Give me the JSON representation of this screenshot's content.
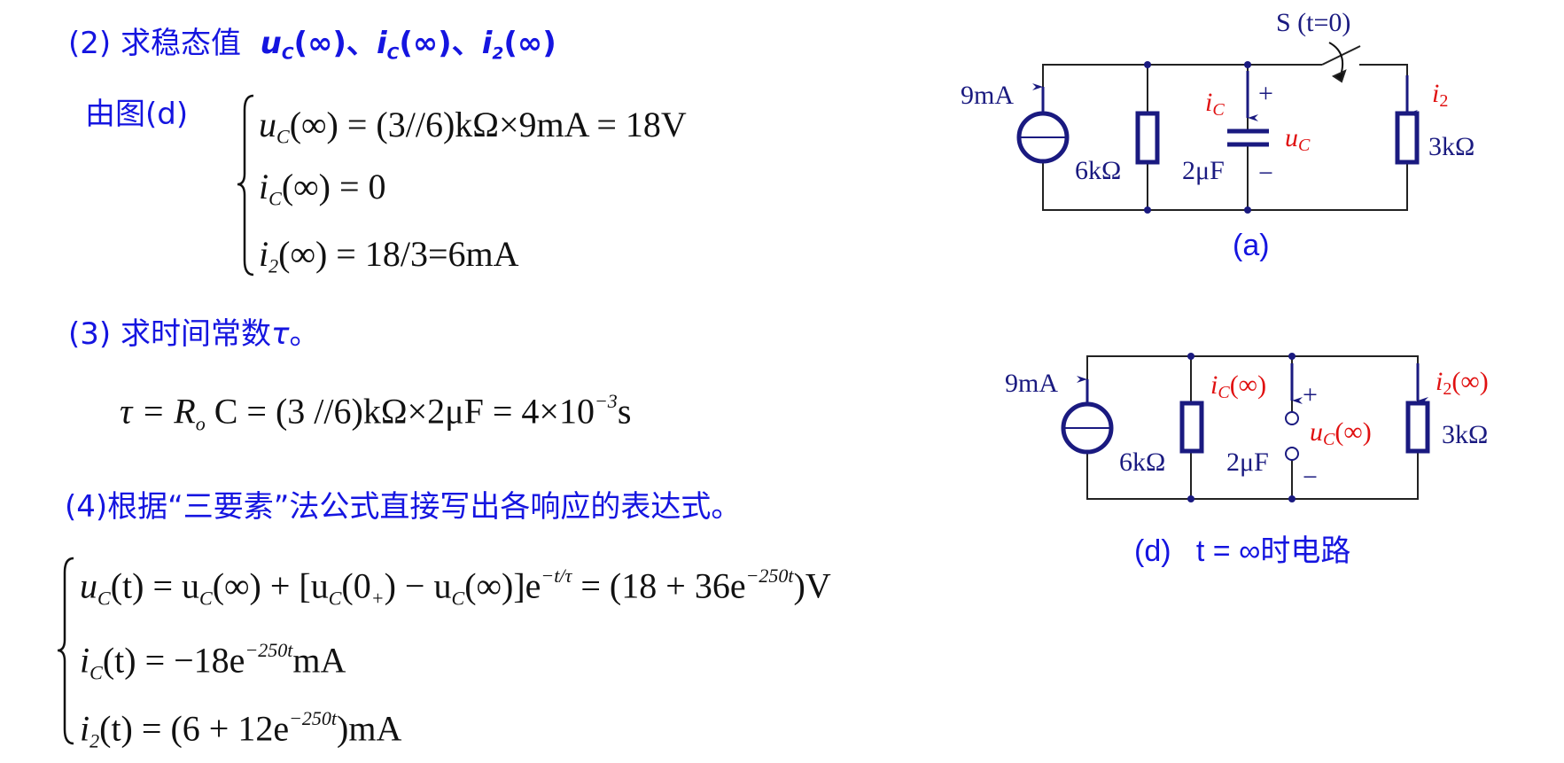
{
  "step2": {
    "label": "(2) 求稳态值",
    "u": "u",
    "C1": "C",
    "inf1": "(∞)、",
    "i": "i",
    "C2": "C",
    "inf2": "(∞)、",
    "i2": "i",
    "s2": "2",
    "inf3": "(∞)"
  },
  "from_fig": "由图(d)",
  "eq1": {
    "a": "u",
    "sub": "C",
    "b": "(∞) = (3//6)kΩ×9mA = 18V"
  },
  "eq2": {
    "a": "i",
    "sub": "C",
    "b": "(∞) = 0"
  },
  "eq3": {
    "a": "i",
    "sub": "2",
    "b": "(∞) = 18/3=6mA"
  },
  "step3": {
    "label": "(3) 求时间常数",
    "tau": "τ",
    "end": "。"
  },
  "tau_eq": {
    "a": "τ = R",
    "sub": "o",
    "b": "C = (3 //6)kΩ×2μF = 4×10",
    "sup": "−3",
    "c": "s"
  },
  "step4": "(4)根据“三要素”法公式直接写出各响应的表达式。",
  "f1": {
    "a": "u",
    "s1": "C",
    "b": "(t) = u",
    "s2": "C",
    "c": "(∞) + [u",
    "s3": "C",
    "d": "(0",
    "s4": "+",
    "e": ") − u",
    "s5": "C",
    "f": "(∞)]e",
    "p1": "−t/τ",
    "g": " = (18 + 36e",
    "p2": "−250t",
    "h": ")V"
  },
  "f2": {
    "a": "i",
    "s1": "C",
    "b": "(t) = −18e",
    "p1": "−250t",
    "c": "mA"
  },
  "f3": {
    "a": "i",
    "s1": "2",
    "b": "(t) = (6 + 12e",
    "p1": "−250t",
    "c": ")mA"
  },
  "circuit_a": {
    "switch": "S (t=0)",
    "source": "9mA",
    "r1": "6kΩ",
    "cap": "2μF",
    "ic": "i",
    "ic_sub": "C",
    "plus": "+",
    "uc": "u",
    "uc_sub": "C",
    "minus": "−",
    "i2": "i",
    "i2_sub": "2",
    "r2": "3kΩ",
    "caption": "(a)"
  },
  "circuit_d": {
    "source": "9mA",
    "r1": "6kΩ",
    "cap": "2μF",
    "ic": "i",
    "ic_sub": "C",
    "ic_inf": "(∞)",
    "plus": "+",
    "uc": "u",
    "uc_sub": "C",
    "uc_inf": "(∞)",
    "minus": "−",
    "i2": "i",
    "i2_sub": "2",
    "i2_inf": "(∞)",
    "r2": "3kΩ",
    "caption": "(d)   t = ∞时电路"
  }
}
